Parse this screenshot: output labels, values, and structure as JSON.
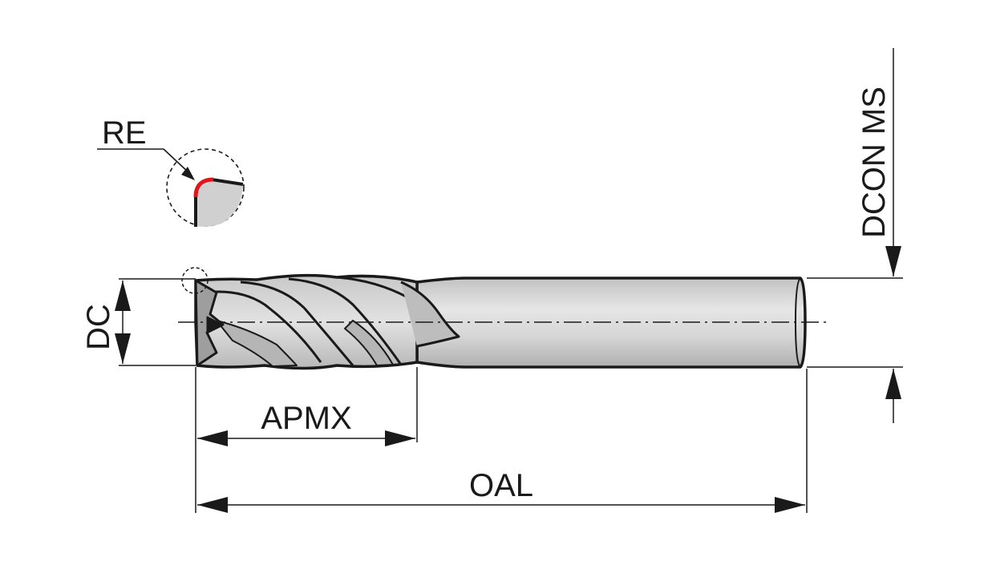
{
  "labels": {
    "re": "RE",
    "dcon_ms": "DCON MS",
    "dc": "DC",
    "apmx": "APMX",
    "oal": "OAL"
  },
  "colors": {
    "line": "#1a1a1a",
    "body_fill": "#d2d2d2",
    "body_light": "#e6e6e6",
    "corner_highlight": "#e0161b"
  }
}
